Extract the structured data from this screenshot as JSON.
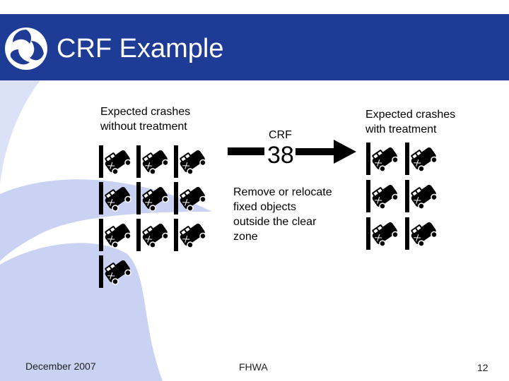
{
  "colors": {
    "header_bg": "#1e3b96",
    "watermark": "#c9d2f2",
    "text": "#000000",
    "white": "#ffffff"
  },
  "header": {
    "title": "CRF Example",
    "logo_icon": "dot-triskelion-logo-icon"
  },
  "left_column": {
    "label": "Expected crashes\nwithout treatment",
    "crash_count": 10,
    "icon": "crash-car-icon"
  },
  "middle": {
    "crf_label": "CRF",
    "crf_value": "38",
    "description": "Remove or relocate\nfixed objects\noutside the clear\nzone"
  },
  "right_column": {
    "label": "Expected crashes\nwith treatment",
    "crash_count": 6,
    "icon": "crash-car-icon"
  },
  "footer": {
    "date": "December 2007",
    "center": "FHWA",
    "page_number": "12"
  }
}
